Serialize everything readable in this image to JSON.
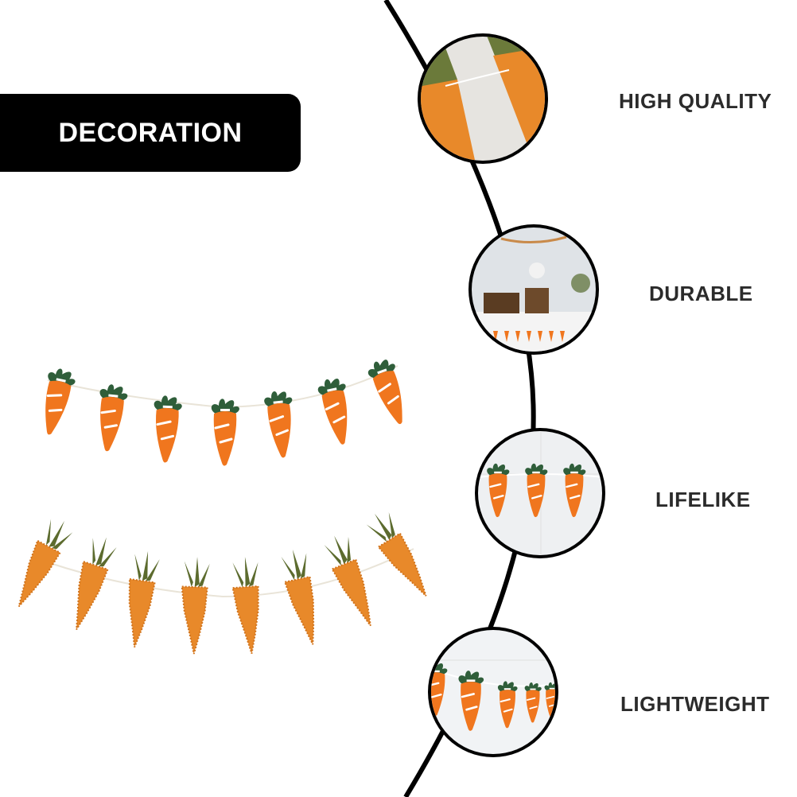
{
  "header": {
    "label": "DECORATION"
  },
  "features": [
    {
      "label": "HIGH QUALITY",
      "photo": "felt-carrot-closeup"
    },
    {
      "label": "DURABLE",
      "photo": "party-table-scene"
    },
    {
      "label": "LIFELIKE",
      "photo": "carrot-banner-on-wall"
    },
    {
      "label": "LIGHTWEIGHT",
      "photo": "carrot-garland-hanging"
    }
  ],
  "colors": {
    "carrot_orange": "#f0761e",
    "felt_orange": "#e8892a",
    "leaf_green": "#2f5e3a",
    "felt_green": "#5c6b2e",
    "arc": "#000000"
  }
}
